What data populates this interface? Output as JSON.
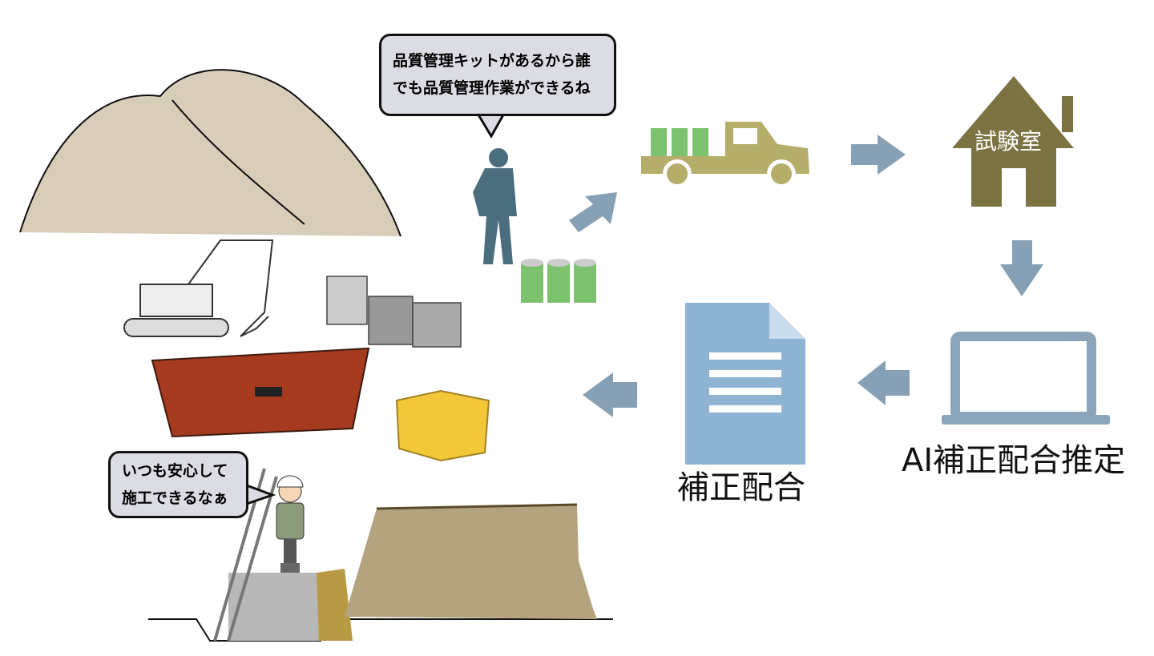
{
  "speech_bubbles": {
    "inspector": [
      "品質管理キットがあるから誰",
      "でも品質管理作業ができるね"
    ],
    "worker": [
      "いつも安心して",
      "施工できるなぁ"
    ]
  },
  "labels": {
    "laboratory": "試験室",
    "ai_estimation": "AI補正配合推定",
    "corrected_mix": "補正配合"
  },
  "colors": {
    "arrow": "#86a0b5",
    "truck": "#b5ad6a",
    "house": "#7b7342",
    "document": "#8fb3d3",
    "laptop": "#8aa4b9",
    "samples": "#7dc36f",
    "inspector": "#4a6e7e"
  }
}
